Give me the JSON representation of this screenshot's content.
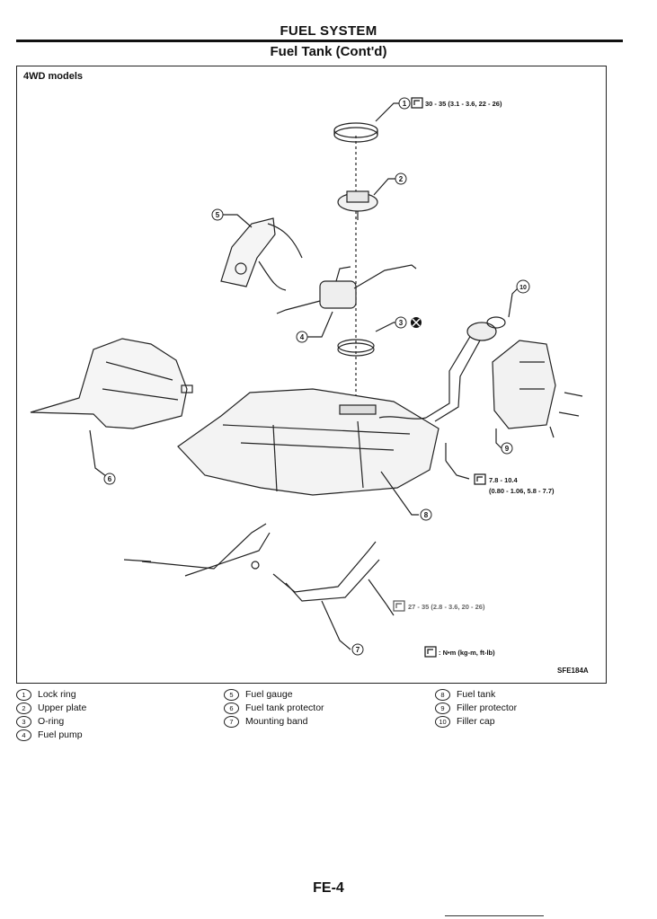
{
  "header": {
    "title": "FUEL SYSTEM",
    "subtitle": "Fuel Tank (Cont'd)"
  },
  "diagram": {
    "model_label": "4WD models",
    "figure_code": "SFE184A",
    "torque_specs": {
      "lock_ring": "30 - 35 (3.1 - 3.6, 22 - 26)",
      "tank_bolt_line1": "7.8 - 10.4",
      "tank_bolt_line2": "(0.80 - 1.06, 5.8 - 7.7)",
      "band_bolt": "27 - 35 (2.8 - 3.6, 20 - 26)",
      "unit_key": ": N•m (kg-m, ft-lb)"
    },
    "callouts": [
      "1",
      "2",
      "3",
      "4",
      "5",
      "6",
      "7",
      "8",
      "9",
      "10"
    ]
  },
  "legend": {
    "col1": [
      {
        "num": "1",
        "label": "Lock ring"
      },
      {
        "num": "2",
        "label": "Upper plate"
      },
      {
        "num": "3",
        "label": "O-ring"
      },
      {
        "num": "4",
        "label": "Fuel pump"
      }
    ],
    "col2": [
      {
        "num": "5",
        "label": "Fuel gauge"
      },
      {
        "num": "6",
        "label": "Fuel tank protector"
      },
      {
        "num": "7",
        "label": "Mounting band"
      }
    ],
    "col3": [
      {
        "num": "8",
        "label": "Fuel tank"
      },
      {
        "num": "9",
        "label": "Filler protector"
      },
      {
        "num": "10",
        "label": "Filler cap"
      }
    ]
  },
  "footer": {
    "page_number": "FE-4"
  }
}
